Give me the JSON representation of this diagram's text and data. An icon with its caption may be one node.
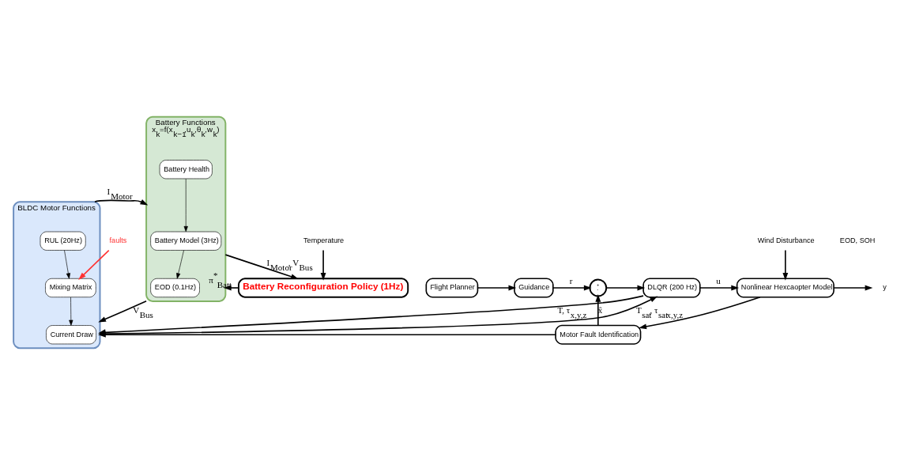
{
  "diagram": {
    "nodes": [
      {
        "text": [
          "Battery Functions",
          "x$_{k}$=f(x$_{k−1}$,u$_{k}$,θ$_{k}$,w$_{k}$)"
        ]
      },
      {
        "text": [
          "Battery Health"
        ],
        "in": 0
      },
      {
        "text": [
          "Battery Model (3Hz)"
        ],
        "in": 0
      },
      {
        "text": [
          "EOD (0.1Hz)"
        ],
        "in": 0
      },
      {
        "text": [
          "BLDC Motor Functions"
        ]
      },
      {
        "text": [
          "RUL (20Hz)"
        ],
        "in": 4
      },
      {
        "text": [
          "Mixing Matrix"
        ],
        "in": 4
      },
      {
        "text": [
          "Current Draw"
        ],
        "in": 4
      },
      {
        "text": [
          "Temperature"
        ]
      },
      {
        "text": [
          "Battery Reconfiguration Policy (1Hz)"
        ]
      },
      {
        "text": [
          "Flight Planner"
        ]
      },
      {
        "text": [
          "Guidance"
        ]
      },
      {
        "text": [
          "+",
          "-"
        ]
      },
      {
        "text": [
          "DLQR (200 Hz)"
        ]
      },
      {
        "text": [
          "Wind Disturbance"
        ]
      },
      {
        "text": [
          "Nonlinear Hexcaopter Model"
        ]
      },
      {
        "text": [
          "Motor Fault Identification"
        ]
      },
      {
        "text": [
          "y"
        ]
      },
      {
        "text": [
          "faults"
        ]
      }
    ],
    "edges": [
      {
        "from": 1,
        "to": 2,
        "arrow": "to"
      },
      {
        "from": 2,
        "to": 3,
        "arrow": "to"
      },
      {
        "from": 5,
        "to": 6,
        "arrow": "to"
      },
      {
        "from": 6,
        "to": 7,
        "arrow": "to"
      },
      {
        "from": 4,
        "to": 0,
        "arrow": "to",
        "label": "I$_{Motor}$"
      },
      {
        "from": 0,
        "to": 9,
        "arrow": "to",
        "label": "I$_{Motor}$, V$_{Bus}$"
      },
      {
        "from": 8,
        "to": 9,
        "arrow": "to"
      },
      {
        "from": 9,
        "to": 0,
        "arrow": "to",
        "label": "π$^{*}$$_{Batt}$"
      },
      {
        "from": 0,
        "to": 4,
        "arrow": "to",
        "label": "V$_{Bus}$"
      },
      {
        "from": 10,
        "to": 11,
        "arrow": "to"
      },
      {
        "from": 11,
        "to": 12,
        "arrow": "to",
        "label": "r"
      },
      {
        "from": 12,
        "to": 13,
        "arrow": "to"
      },
      {
        "from": 13,
        "to": 4,
        "arrow": "to",
        "label": "T, τ$_{x,y,z}$"
      },
      {
        "from": 4,
        "to": 13,
        "arrow": "to",
        "label": "T$_{sat}$, τ$_{sat}$$_{x,y,z}$"
      },
      {
        "from": 13,
        "to": 15,
        "arrow": "to",
        "label": "u"
      },
      {
        "from": 14,
        "to": 15,
        "arrow": "to"
      },
      {
        "from": 15,
        "to": 17,
        "arrow": "to"
      },
      {
        "from": 15,
        "to": 16,
        "arrow": "to"
      },
      {
        "from": 16,
        "to": 12,
        "arrow": "to",
        "label": "x̂"
      },
      {
        "from": 16,
        "to": 4,
        "arrow": "to"
      },
      {
        "from": 18,
        "to": 6,
        "arrow": "to",
        "color": "#ff3333"
      }
    ],
    "labels": [
      "EOD, SOH"
    ]
  }
}
